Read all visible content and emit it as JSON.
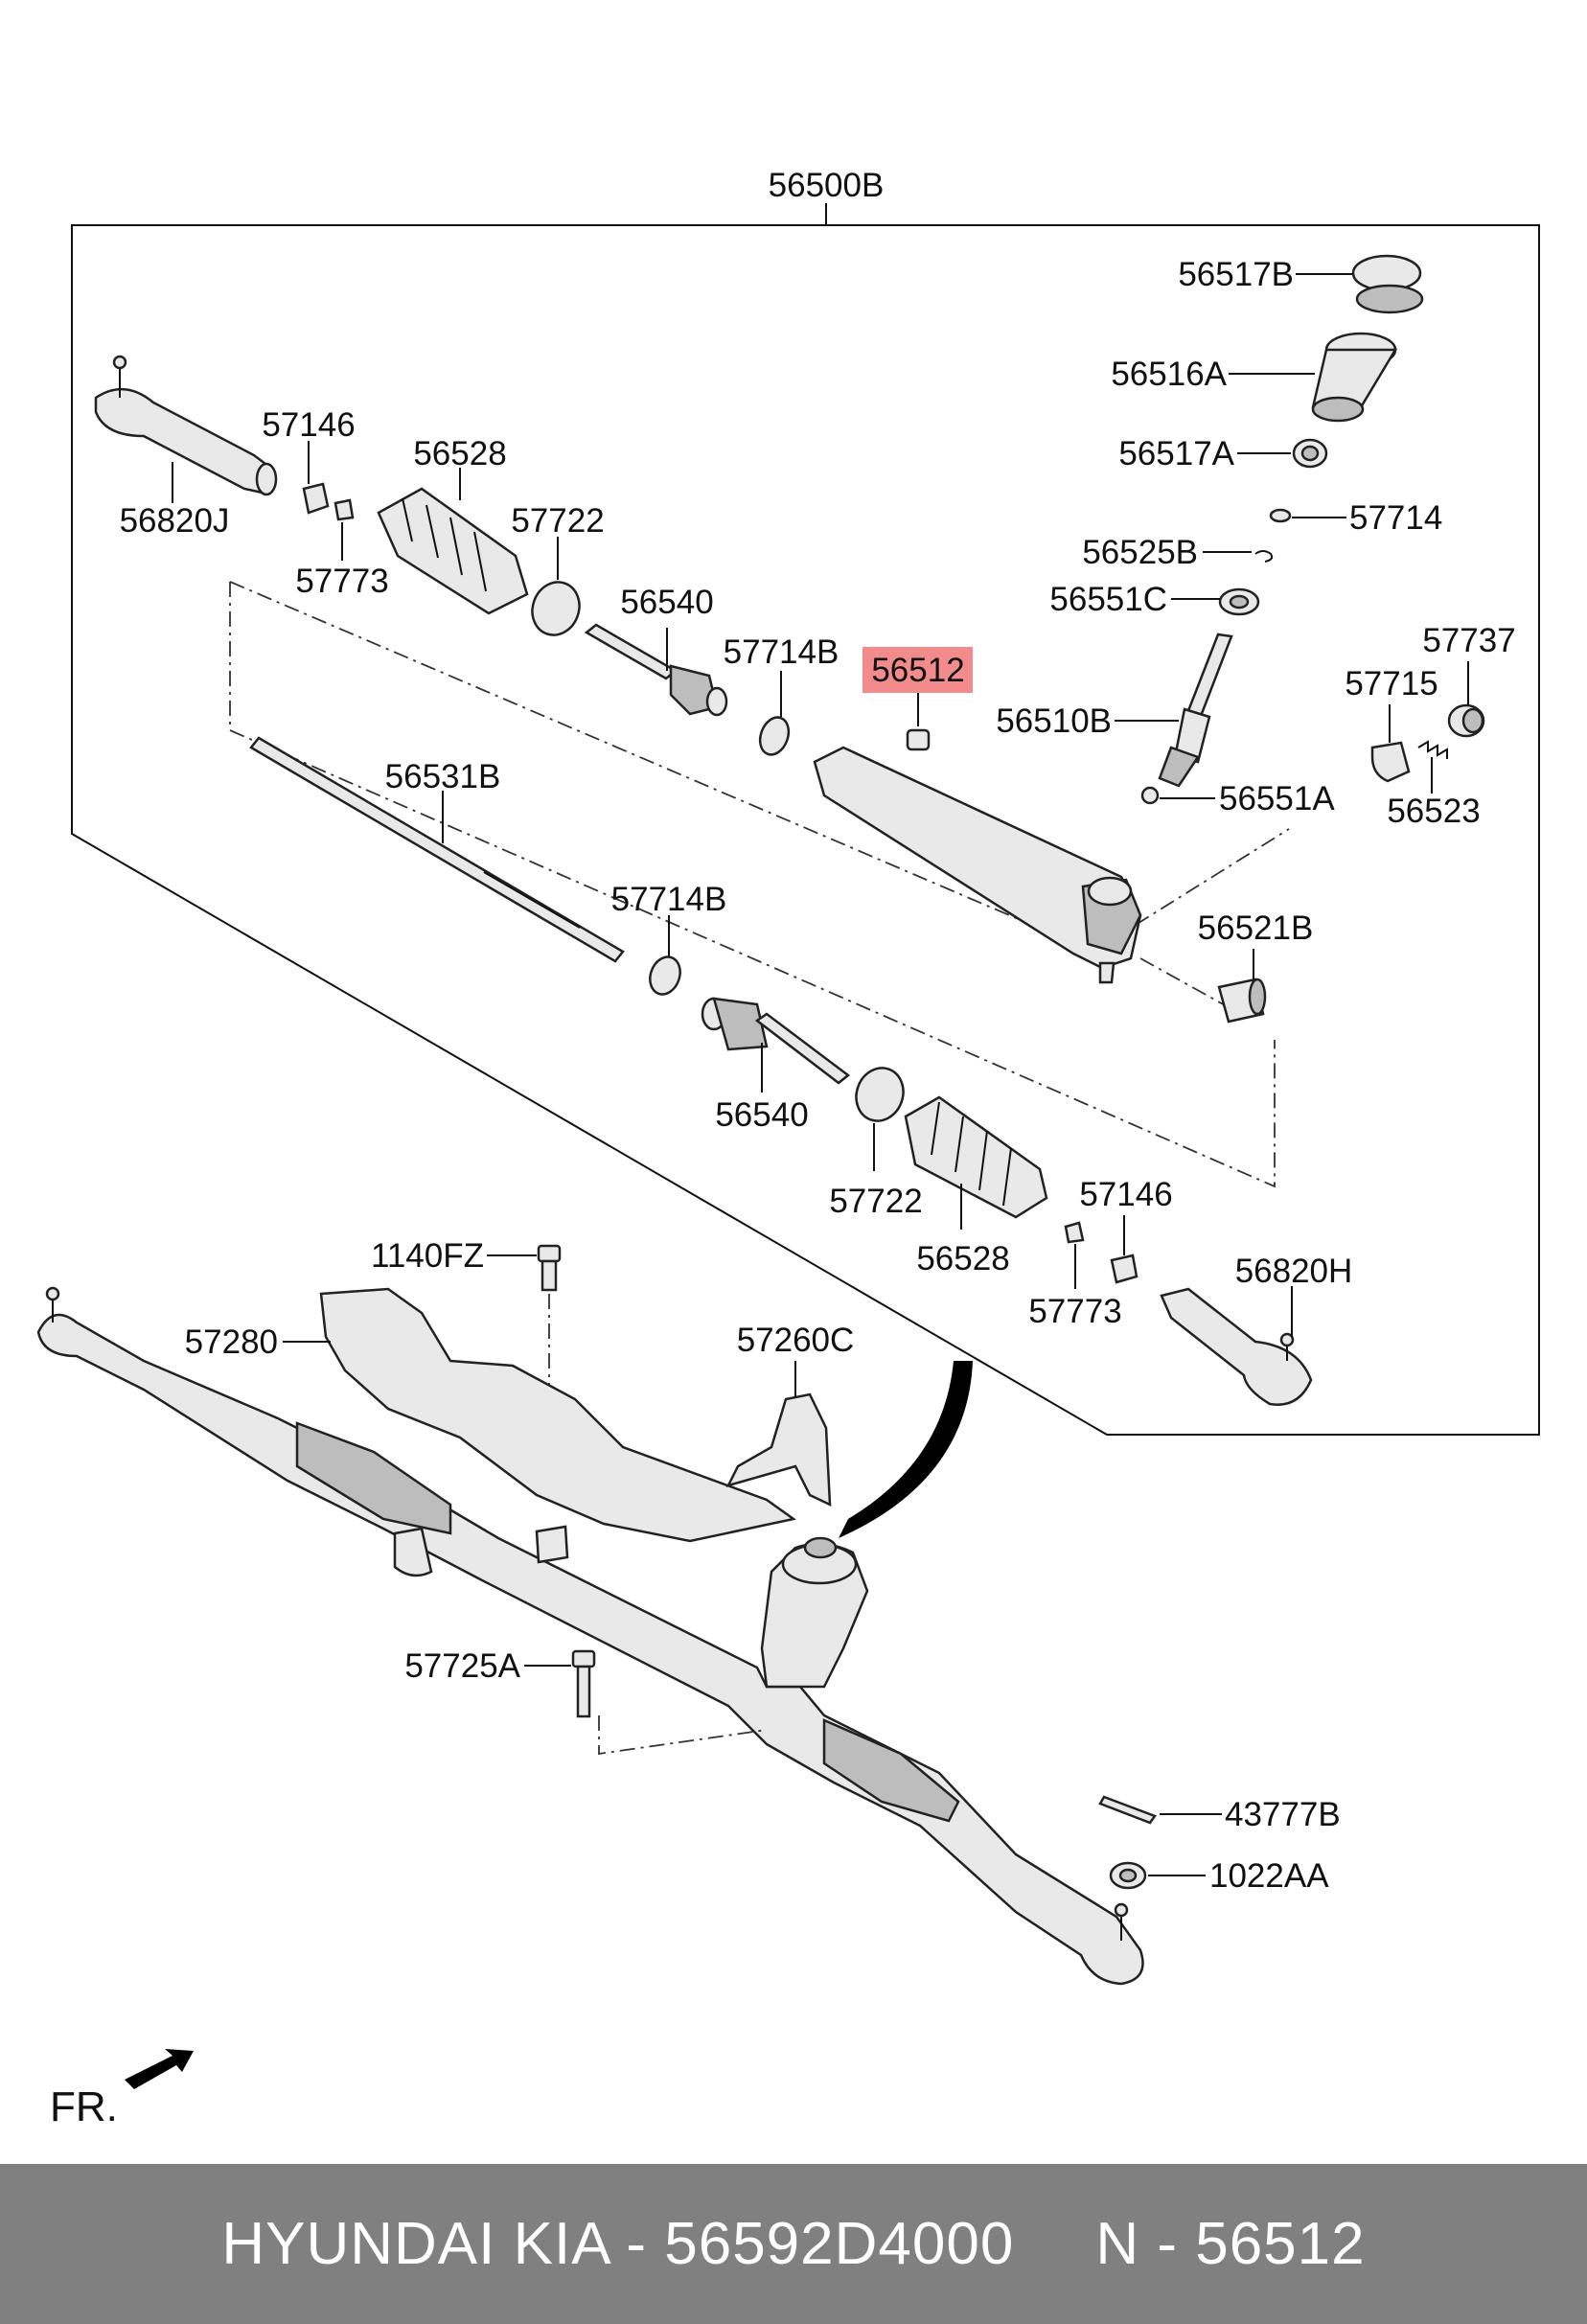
{
  "diagram": {
    "assembly_label": "56500B",
    "highlight_color": "#f28b8b",
    "highlighted_part": "56512",
    "parts": [
      "56517B",
      "56516A",
      "56517A",
      "57714",
      "56525B",
      "56551C",
      "57737",
      "57715",
      "56510B",
      "56551A",
      "56523",
      "56521B",
      "56512",
      "57714B",
      "56540",
      "57722",
      "56528",
      "57146",
      "57773",
      "56820J",
      "56531B",
      "57714B",
      "56540",
      "57722",
      "56528",
      "57146",
      "57773",
      "56820H",
      "1140FZ",
      "57280",
      "57260C",
      "57725A",
      "43777B",
      "1022AA"
    ],
    "direction_label": "FR."
  },
  "footer": {
    "brand_label": "HYUNDAI KIA - 56592D4000",
    "part_label": "N - 56512",
    "background": "#808080"
  }
}
